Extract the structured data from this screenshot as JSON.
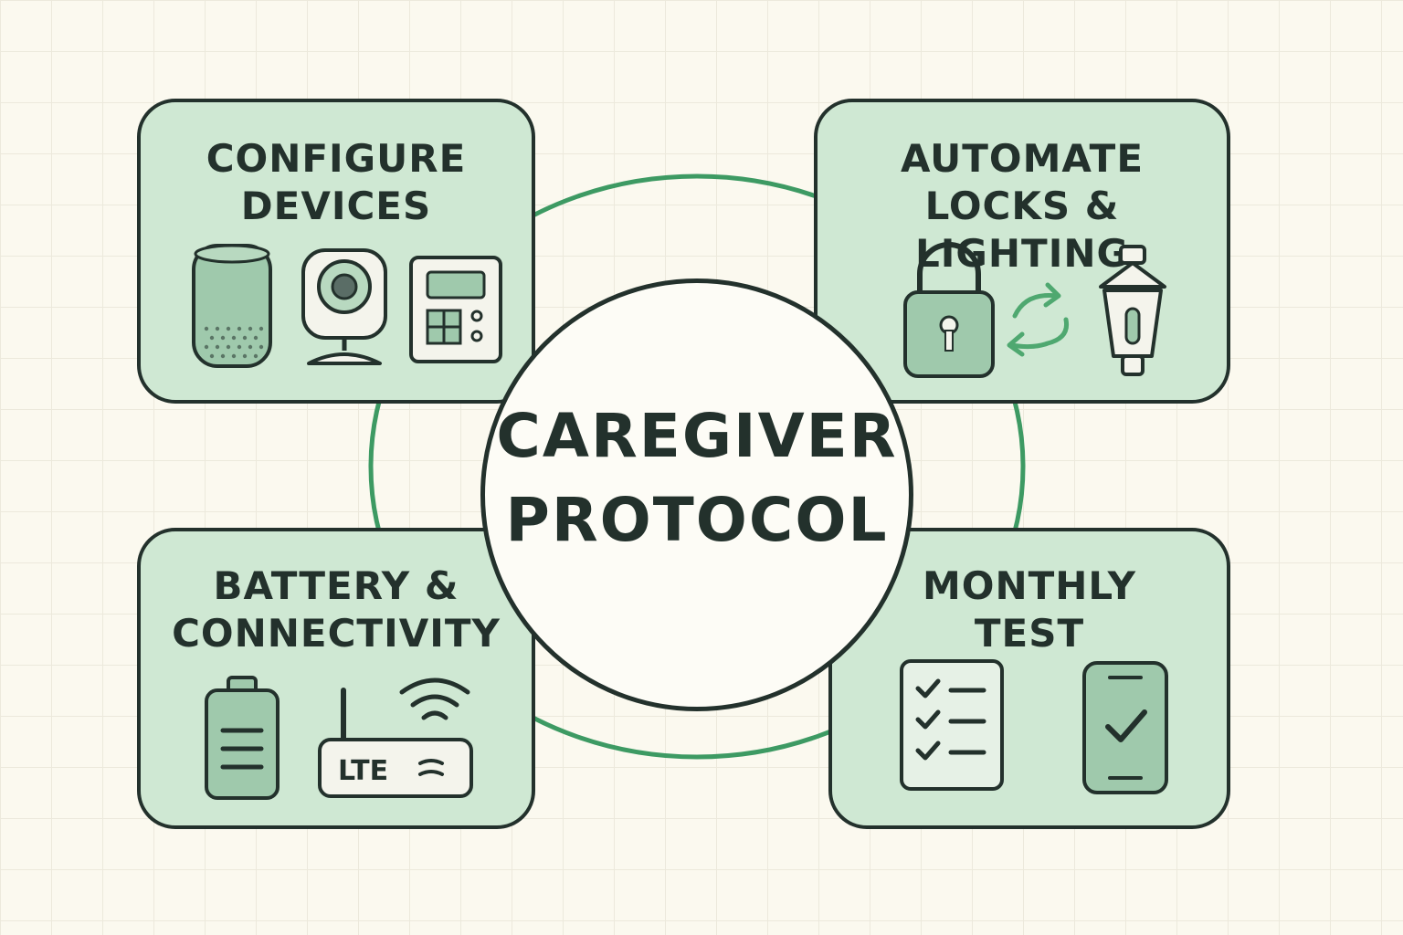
{
  "center": {
    "title_line1": "CAREGIVER",
    "title_line2": "PROTOCOL"
  },
  "cards": {
    "configure": {
      "line1": "CONFIGURE",
      "line2": "DEVICES"
    },
    "automate": {
      "line1": "AUTOMATE",
      "line2": "LOCKS & LIGHTING"
    },
    "battery": {
      "line1": "BATTERY &",
      "line2": "CONNECTIVITY",
      "router_label": "LTE"
    },
    "monthly": {
      "line1": "MONTHLY",
      "line2": "TEST"
    }
  },
  "colors": {
    "background": "#fbf9ef",
    "card_fill": "#cfe8d3",
    "outline": "#23312c",
    "ring": "#3d9a63",
    "accent_green": "#4fa870"
  },
  "icons": [
    "smart-speaker-icon",
    "camera-icon",
    "control-panel-icon",
    "padlock-icon",
    "sync-arrows-icon",
    "lamp-icon",
    "battery-icon",
    "router-icon",
    "wifi-icon",
    "checklist-icon",
    "phone-check-icon"
  ]
}
